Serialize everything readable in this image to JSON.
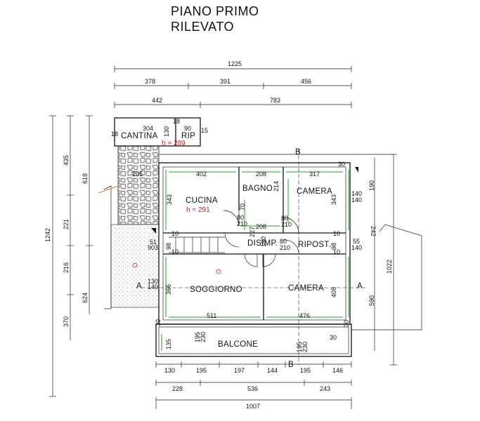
{
  "titles": {
    "line1": "PIANO PRIMO",
    "line2": "RILEVATO"
  },
  "top_dims": {
    "total": "1225",
    "row2": [
      "378",
      "391",
      "456"
    ],
    "row3": [
      "442",
      "783"
    ]
  },
  "bottom_dims": {
    "row1": [
      "130",
      "195",
      "197",
      "144",
      "195",
      "146"
    ],
    "row2": [
      "228",
      "536",
      "243"
    ],
    "total": "1007"
  },
  "left_dims": {
    "outer": "1242",
    "mid": [
      "618",
      "624"
    ],
    "inner": [
      "435",
      "221",
      "216",
      "370"
    ]
  },
  "right_dims": {
    "a": "190",
    "b": "242",
    "c": "1022",
    "d": "590"
  },
  "rooms": {
    "cantina": "CANTINA",
    "rip": "RIP",
    "cucina": "CUCINA",
    "bagno": "BAGNO",
    "camera_top": "CAMERA",
    "disimp": "DISIMP.",
    "ripost": "RIPOST.",
    "soggiorno": "SOGGIORNO",
    "camera_bottom": "CAMERA",
    "balcone": "BALCONE"
  },
  "heights": {
    "cantina_h": "h = 289",
    "cucina_h": "h = 291"
  },
  "room_dims": {
    "d304": "304",
    "d90": "90",
    "d18a": "18",
    "d18b": "18",
    "d15": "15",
    "d205": "205",
    "d402": "402",
    "d208a": "208",
    "d317": "317",
    "d343a": "343",
    "d214": "214",
    "d343b": "343",
    "d208b": "208",
    "d227": "227",
    "d366": "366",
    "d408": "408",
    "d511": "511",
    "d476": "476",
    "d135": "135",
    "d30a": "30",
    "d30b": "30",
    "d30c": "30",
    "d30d": "30",
    "d10a": "10",
    "d10b": "10",
    "d10c": "10",
    "d10d": "10",
    "d140a": "140",
    "d140b": "140",
    "d55": "55",
    "d140c": "140",
    "d51": "51",
    "d903": "903",
    "d80a": "80",
    "d80b": "80",
    "d80c": "80",
    "d210a": "210",
    "d210b": "210",
    "d210c": "210",
    "d130": "130",
    "d140d": "140",
    "d195a": "195",
    "d230a": "230",
    "d195b": "195",
    "d230b": "230",
    "d98a": "98",
    "d98b": "98",
    "d180": "180",
    "d70": "70",
    "d130b": "130"
  },
  "section_marks": {
    "a_left": "A",
    "a_right": "A",
    "b_top": "B",
    "b_bottom": "B"
  },
  "colors": {
    "dimension_green": "#2aa02a",
    "height_red": "#d42020",
    "walls": "#111111"
  }
}
